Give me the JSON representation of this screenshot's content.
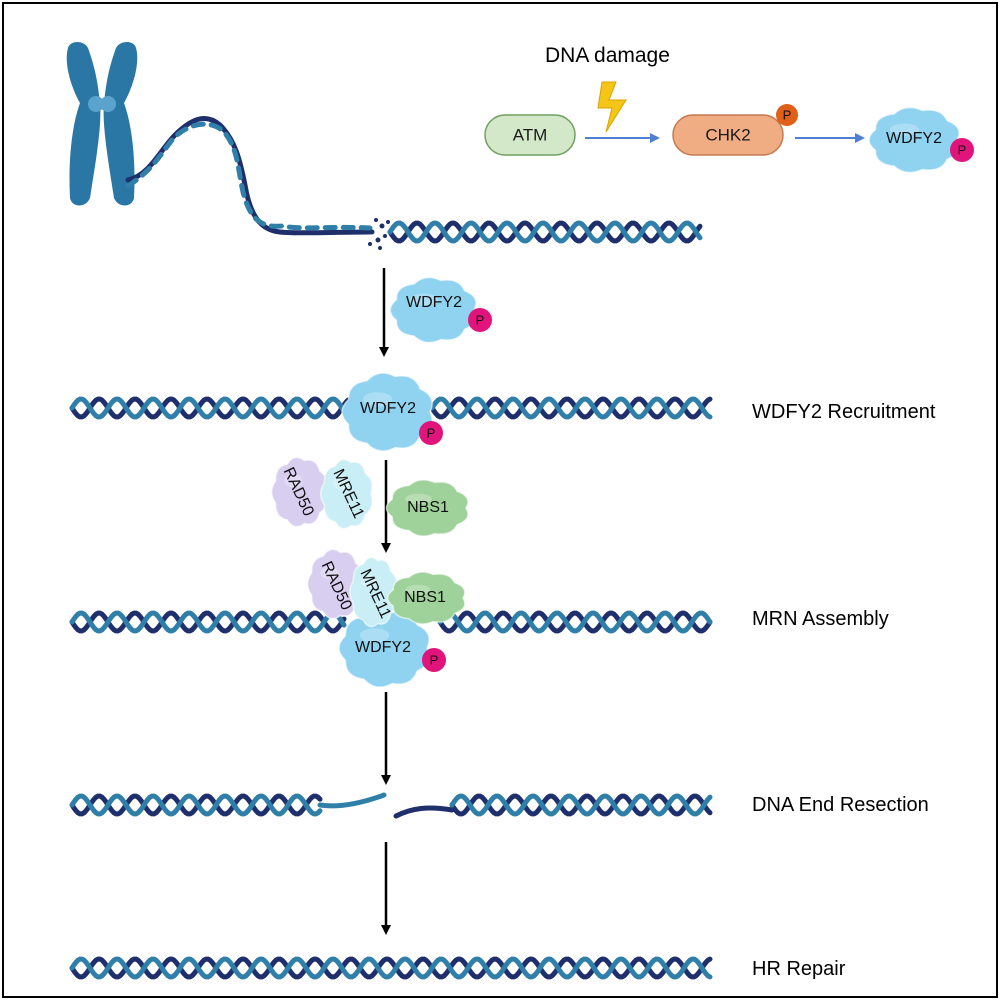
{
  "pathway": {
    "damage_label": "DNA damage",
    "atm_label": "ATM",
    "chk2_label": "CHK2",
    "wdfy2_label": "WDFY2",
    "phospho_label": "P"
  },
  "proteins": {
    "wdfy2": "WDFY2",
    "phospho": "P",
    "rad50": "RAD50",
    "mre11": "MRE11",
    "nbs1": "NBS1"
  },
  "stages": [
    {
      "label": "WDFY2 Recruitment"
    },
    {
      "label": "MRN Assembly"
    },
    {
      "label": "DNA End Resection"
    },
    {
      "label": "HR Repair"
    }
  ],
  "colors": {
    "strand_dark": "#1f2f6b",
    "strand_light": "#2f7fa8",
    "chromosome": "#2a77a6",
    "atm_fill": "#d3e8c8",
    "chk2_fill": "#f0ad84",
    "wdfy2_fill": "#8fd3f0",
    "phospho_pink": "#e0147a",
    "phospho_orange": "#e0601a",
    "rad50_fill": "#d8cff0",
    "mre11_fill": "#c9eef5",
    "nbs1_fill": "#9fd29a",
    "lightning": "#f5c518",
    "pathway_arrow": "#4f7fd0"
  }
}
